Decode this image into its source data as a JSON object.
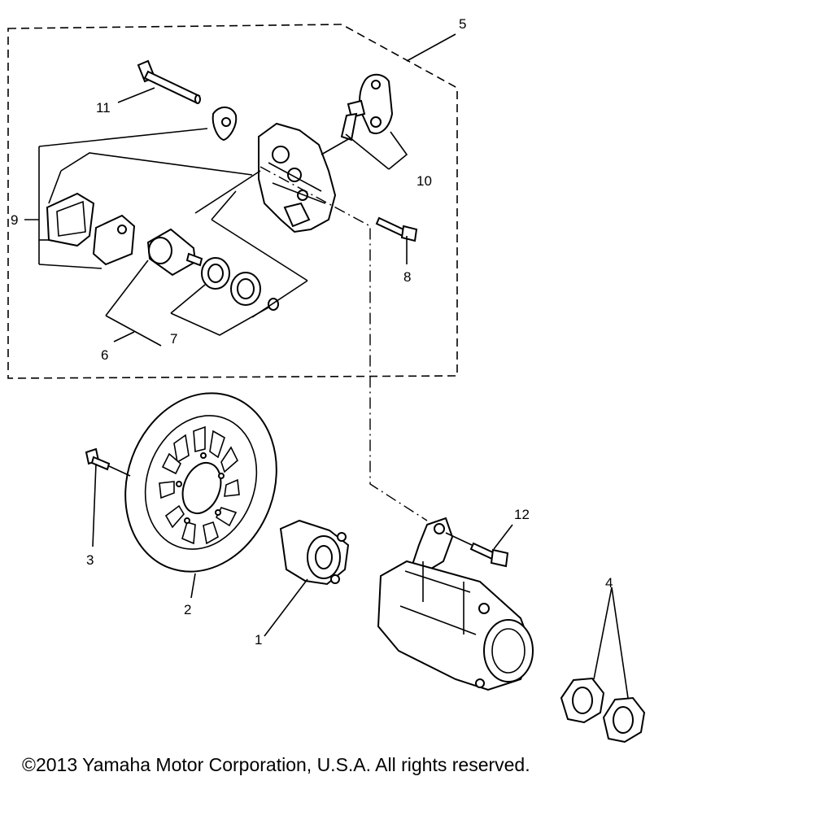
{
  "copyright": "©2013 Yamaha Motor Corporation, U.S.A. All rights reserved.",
  "callouts": {
    "c1": "1",
    "c2": "2",
    "c3": "3",
    "c4": "4",
    "c5": "5",
    "c6": "6",
    "c7": "7",
    "c8": "8",
    "c9": "9",
    "c10": "10",
    "c11": "11",
    "c12": "12"
  }
}
